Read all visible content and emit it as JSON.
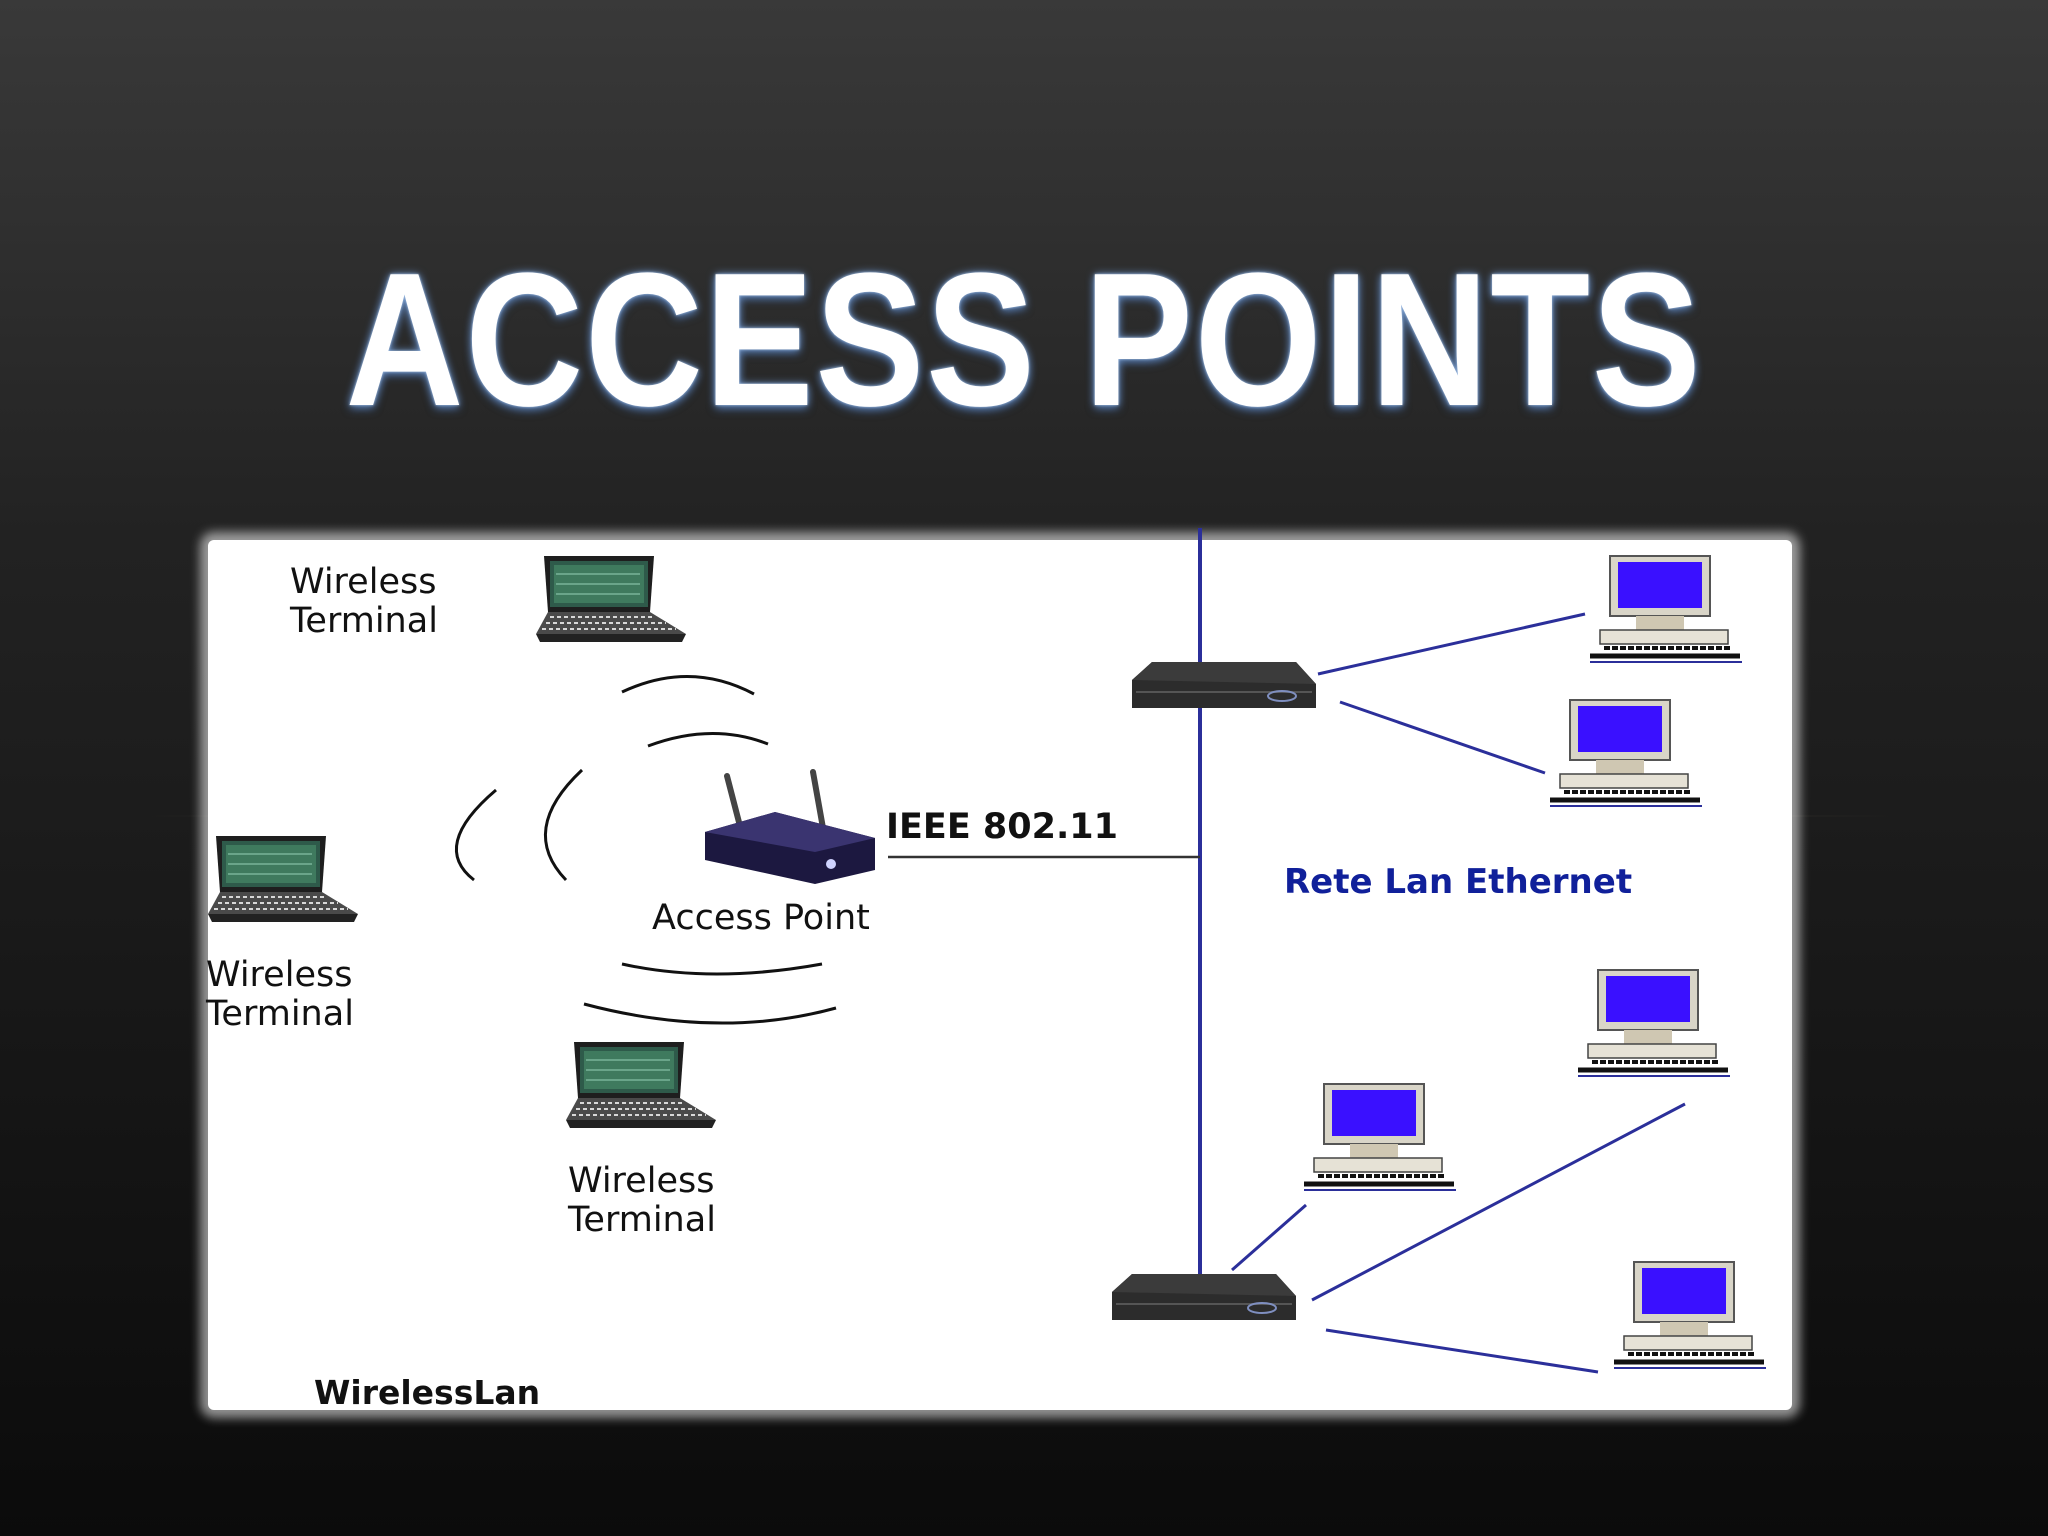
{
  "slide": {
    "title": "ACCESS POINTS"
  },
  "diagram": {
    "terminal_label_top": [
      "Wireless",
      "Terminal"
    ],
    "terminal_label_left": [
      "Wireless",
      "Terminal"
    ],
    "terminal_label_bottom": [
      "Wireless",
      "Terminal"
    ],
    "access_point_label": "Access Point",
    "link_label": "IEEE 802.11",
    "ethernet_label": "Rete Lan Ethernet",
    "wlan_label": "WirelessLan"
  },
  "colors": {
    "link": "#2b2f9a",
    "screen": "#3a10ff",
    "ethernet_text": "#10209a",
    "device": "#2a2a2a"
  }
}
